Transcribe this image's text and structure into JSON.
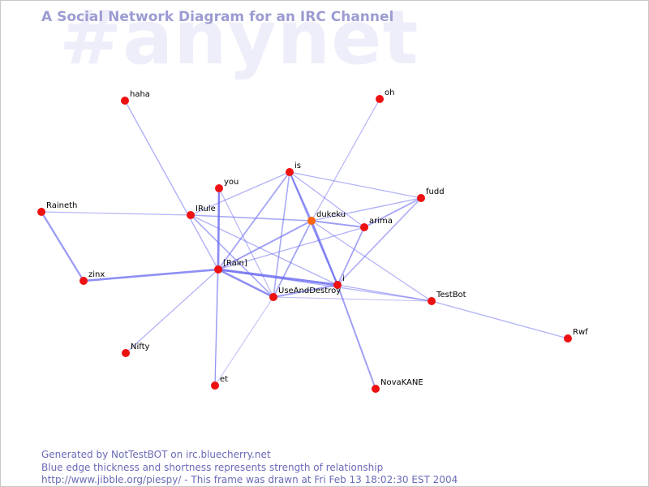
{
  "watermark": "#anynet",
  "title": "A Social Network Diagram for an IRC Channel",
  "colors": {
    "edge": "#6a6af0",
    "node": "#ee1111",
    "node_highlight": "#ff6611",
    "title": "#9c9cd2",
    "footer": "#6a6ab8",
    "watermark": "#eeeefb"
  },
  "nodes": [
    {
      "id": "haha",
      "label": "haha"
    },
    {
      "id": "oh",
      "label": "oh"
    },
    {
      "id": "is",
      "label": "is"
    },
    {
      "id": "you",
      "label": "you"
    },
    {
      "id": "fudd",
      "label": "fudd"
    },
    {
      "id": "Raineth",
      "label": "Raineth"
    },
    {
      "id": "IRule",
      "label": "IRule"
    },
    {
      "id": "dukeku",
      "label": "dukeku",
      "highlight": true
    },
    {
      "id": "arima",
      "label": "arima"
    },
    {
      "id": "IRainI",
      "label": "[Rain]"
    },
    {
      "id": "zinx",
      "label": "zinx"
    },
    {
      "id": "i",
      "label": "i"
    },
    {
      "id": "UseAndDestroy",
      "label": "UseAndDestroy"
    },
    {
      "id": "TestBot",
      "label": "TestBot"
    },
    {
      "id": "Rwf",
      "label": "Rwf"
    },
    {
      "id": "Nifty",
      "label": "Nifty"
    },
    {
      "id": "et",
      "label": "et"
    },
    {
      "id": "NovaKANE",
      "label": "NovaKANE"
    }
  ],
  "edges": [
    {
      "from": "haha",
      "to": "IRainI",
      "weight": 1.4
    },
    {
      "from": "oh",
      "to": "dukeku",
      "weight": 1.2
    },
    {
      "from": "Raineth",
      "to": "IRule",
      "weight": 1.2
    },
    {
      "from": "Raineth",
      "to": "zinx",
      "weight": 2.2
    },
    {
      "from": "zinx",
      "to": "IRainI",
      "weight": 2.6
    },
    {
      "from": "is",
      "to": "dukeku",
      "weight": 2.0
    },
    {
      "from": "is",
      "to": "IRule",
      "weight": 1.3
    },
    {
      "from": "is",
      "to": "fudd",
      "weight": 1.3
    },
    {
      "from": "is",
      "to": "arima",
      "weight": 1.3
    },
    {
      "from": "is",
      "to": "IRainI",
      "weight": 1.8
    },
    {
      "from": "is",
      "to": "UseAndDestroy",
      "weight": 1.6
    },
    {
      "from": "is",
      "to": "i",
      "weight": 2.0
    },
    {
      "from": "you",
      "to": "IRainI",
      "weight": 2.6
    },
    {
      "from": "you",
      "to": "UseAndDestroy",
      "weight": 1.2
    },
    {
      "from": "you",
      "to": "et",
      "weight": 1.0
    },
    {
      "from": "fudd",
      "to": "dukeku",
      "weight": 1.4
    },
    {
      "from": "fudd",
      "to": "arima",
      "weight": 1.8
    },
    {
      "from": "fudd",
      "to": "i",
      "weight": 1.6
    },
    {
      "from": "IRule",
      "to": "dukeku",
      "weight": 1.6
    },
    {
      "from": "IRule",
      "to": "UseAndDestroy",
      "weight": 1.6
    },
    {
      "from": "IRule",
      "to": "i",
      "weight": 1.3
    },
    {
      "from": "dukeku",
      "to": "arima",
      "weight": 2.0
    },
    {
      "from": "dukeku",
      "to": "IRainI",
      "weight": 2.0
    },
    {
      "from": "dukeku",
      "to": "UseAndDestroy",
      "weight": 1.8
    },
    {
      "from": "dukeku",
      "to": "i",
      "weight": 2.4
    },
    {
      "from": "dukeku",
      "to": "TestBot",
      "weight": 1.3
    },
    {
      "from": "arima",
      "to": "i",
      "weight": 1.8
    },
    {
      "from": "arima",
      "to": "IRainI",
      "weight": 1.3
    },
    {
      "from": "IRainI",
      "to": "i",
      "weight": 3.0
    },
    {
      "from": "IRainI",
      "to": "UseAndDestroy",
      "weight": 2.6
    },
    {
      "from": "IRainI",
      "to": "Nifty",
      "weight": 1.3
    },
    {
      "from": "IRainI",
      "to": "et",
      "weight": 1.3
    },
    {
      "from": "IRainI",
      "to": "TestBot",
      "weight": 1.3
    },
    {
      "from": "UseAndDestroy",
      "to": "i",
      "weight": 2.0
    },
    {
      "from": "UseAndDestroy",
      "to": "TestBot",
      "weight": 1.0
    },
    {
      "from": "UseAndDestroy",
      "to": "et",
      "weight": 1.0
    },
    {
      "from": "i",
      "to": "TestBot",
      "weight": 1.3
    },
    {
      "from": "i",
      "to": "NovaKANE",
      "weight": 2.0
    },
    {
      "from": "TestBot",
      "to": "Rwf",
      "weight": 1.3
    }
  ],
  "footer": {
    "line1": "Generated by NotTestBOT on irc.bluecherry.net",
    "line2": "Blue edge thickness and shortness represents strength of relationship",
    "line3": "http://www.jibble.org/piespy/ - This frame was drawn at Fri Feb 13 18:02:30 EST 2004"
  }
}
